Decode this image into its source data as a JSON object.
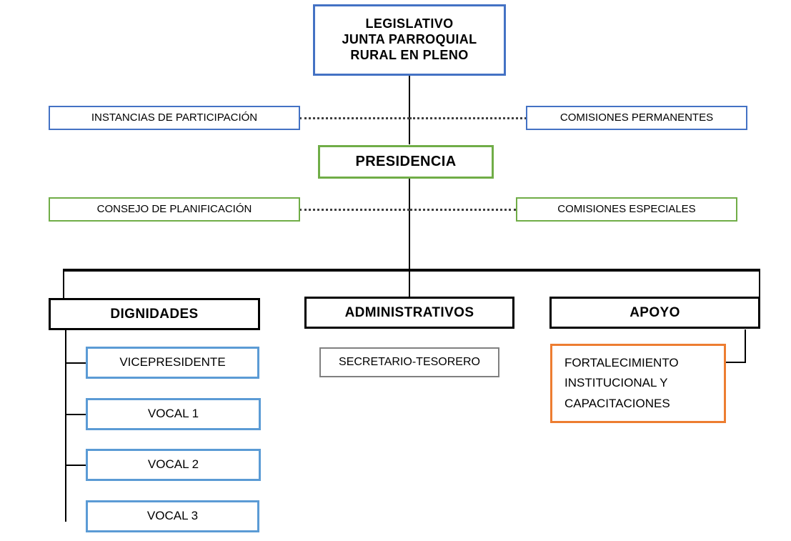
{
  "diagram": {
    "title": "Organigrama - Junta Parroquial Rural",
    "type": "organizational-chart",
    "colors": {
      "blue": "#4472C4",
      "light_blue": "#5B9BD5",
      "green": "#70AD47",
      "black": "#000000",
      "gray": "#808080",
      "orange": "#ED7D31",
      "dotted": "#3F3F3F",
      "background": "#FFFFFF"
    },
    "nodes": {
      "legislativo": {
        "line1": "LEGISLATIVO",
        "line2": "JUNTA PARROQUIAL",
        "line3": "RURAL EN PLENO",
        "border_color": "#4472C4",
        "level": "1"
      },
      "instancias_participacion": {
        "label": "INSTANCIAS DE PARTICIPACIÓN",
        "border_color": "#4472C4",
        "level": "2"
      },
      "comisiones_permanentes": {
        "label": "COMISIONES  PERMANENTES",
        "border_color": "#4472C4",
        "level": "2"
      },
      "presidencia": {
        "label": "PRESIDENCIA",
        "border_color": "#70AD47",
        "level": "3"
      },
      "consejo_planificacion": {
        "label": "CONSEJO DE PLANIFICACIÓN",
        "border_color": "#70AD47",
        "level": "4"
      },
      "comisiones_especiales": {
        "label": "COMISIONES  ESPECIALES",
        "border_color": "#70AD47",
        "level": "4"
      },
      "dignidades": {
        "label": "DIGNIDADES",
        "border_color": "#000000",
        "level": "5"
      },
      "administrativos": {
        "label": "ADMINISTRATIVOS",
        "border_color": "#000000",
        "level": "5"
      },
      "apoyo": {
        "label": "APOYO",
        "border_color": "#000000",
        "level": "5"
      },
      "vicepresidente": {
        "label": "VICEPRESIDENTE",
        "border_color": "#5B9BD5",
        "level": "6"
      },
      "vocal_1": {
        "label": "VOCAL 1",
        "border_color": "#5B9BD5",
        "level": "6"
      },
      "vocal_2": {
        "label": "VOCAL 2",
        "border_color": "#5B9BD5",
        "level": "6"
      },
      "vocal_3": {
        "label": "VOCAL 3",
        "border_color": "#5B9BD5",
        "level": "6"
      },
      "secretario_tesorero": {
        "label": "SECRETARIO-TESORERO",
        "border_color": "#808080",
        "level": "6"
      },
      "fortalecimiento": {
        "line1": "FORTALECIMIENTO",
        "line2": "INSTITUCIONAL   Y",
        "line3": "CAPACITACIONES",
        "border_color": "#ED7D31",
        "level": "6"
      }
    }
  }
}
